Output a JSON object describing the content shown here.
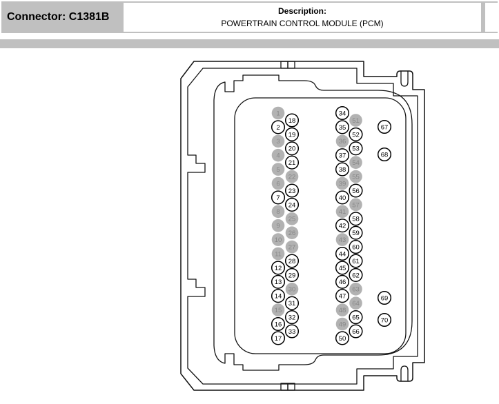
{
  "header": {
    "connector_label": "Connector: C1381B",
    "description_label": "Description:",
    "description_value": "POWERTRAIN CONTROL MODULE (PCM)"
  },
  "diagram": {
    "type": "connector-pinout",
    "total_pins": 70,
    "pin_groups": [
      {
        "name": "left-outer-column",
        "from": 1,
        "to": 17
      },
      {
        "name": "left-inner-column",
        "from": 18,
        "to": 33
      },
      {
        "name": "right-outer-column",
        "from": 34,
        "to": 50
      },
      {
        "name": "right-inner-column",
        "from": 51,
        "to": 66
      },
      {
        "name": "side-pins",
        "from": 67,
        "to": 70
      }
    ],
    "shaded_pins": [
      1,
      3,
      4,
      5,
      6,
      8,
      9,
      10,
      11,
      15,
      22,
      25,
      26,
      27,
      30,
      36,
      39,
      41,
      43,
      48,
      49,
      51,
      54,
      55,
      57,
      63,
      64
    ],
    "colors": {
      "header_bg": "#c0c0c0",
      "shaded_pin_fill": "#b2b2b2",
      "shaded_pin_text": "#878787",
      "pin_outline": "#000000",
      "pin_text": "#000000",
      "line": "#111111"
    }
  }
}
